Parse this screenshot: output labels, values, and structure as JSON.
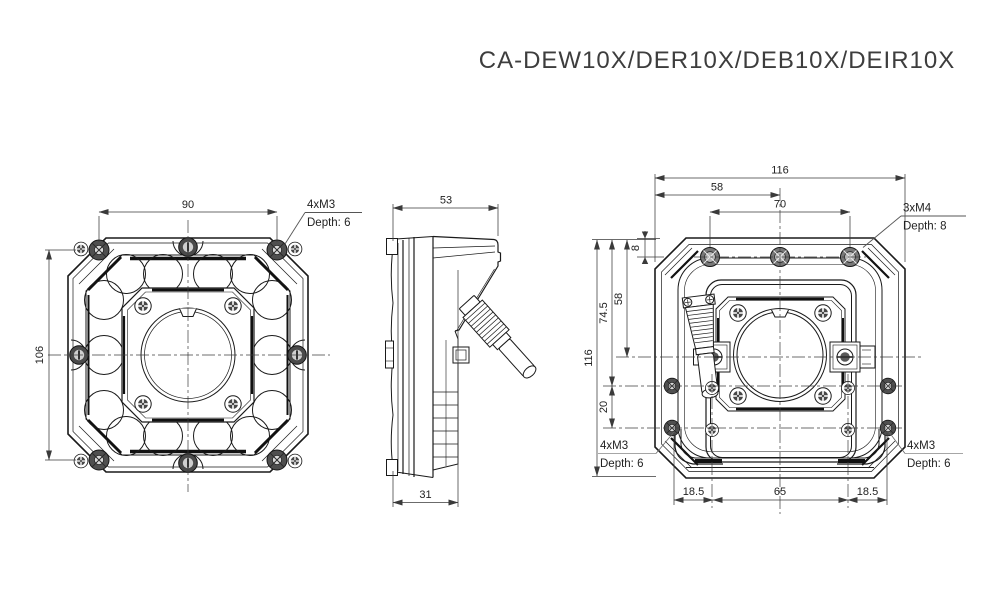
{
  "title": "CA-DEW10X/DER10X/DEB10X/DEIR10X",
  "front_view": {
    "dim_width": "90",
    "dim_height": "106",
    "note_corner_screws": {
      "line1": "4xM3",
      "line2": "Depth: 6"
    }
  },
  "side_view": {
    "dim_depth_overall": "53",
    "dim_depth_body": "31"
  },
  "rear_view": {
    "dim_overall_width": "116",
    "dim_left_to_center": "58",
    "dim_screw_span": "70",
    "dim_top_to_screws": "8",
    "dim_overall_height": "116",
    "dim_top_to_cable": "74.5",
    "dim_top_to_center": "58",
    "dim_side_screw_gap": "20",
    "dim_foot_left": "18.5",
    "dim_foot_center": "65",
    "dim_foot_right": "18.5",
    "note_top_screws": {
      "line1": "3xM4",
      "line2": "Depth: 8"
    },
    "note_bottom_left_screws": {
      "line1": "4xM3",
      "line2": "Depth: 6"
    },
    "note_bottom_right_screws": {
      "line1": "4xM3",
      "line2": "Depth: 6"
    }
  },
  "colors": {
    "line": "#1a1a1a",
    "dim_text": "#222222",
    "leader_gray": "#a6a6a6",
    "background": "#ffffff"
  }
}
